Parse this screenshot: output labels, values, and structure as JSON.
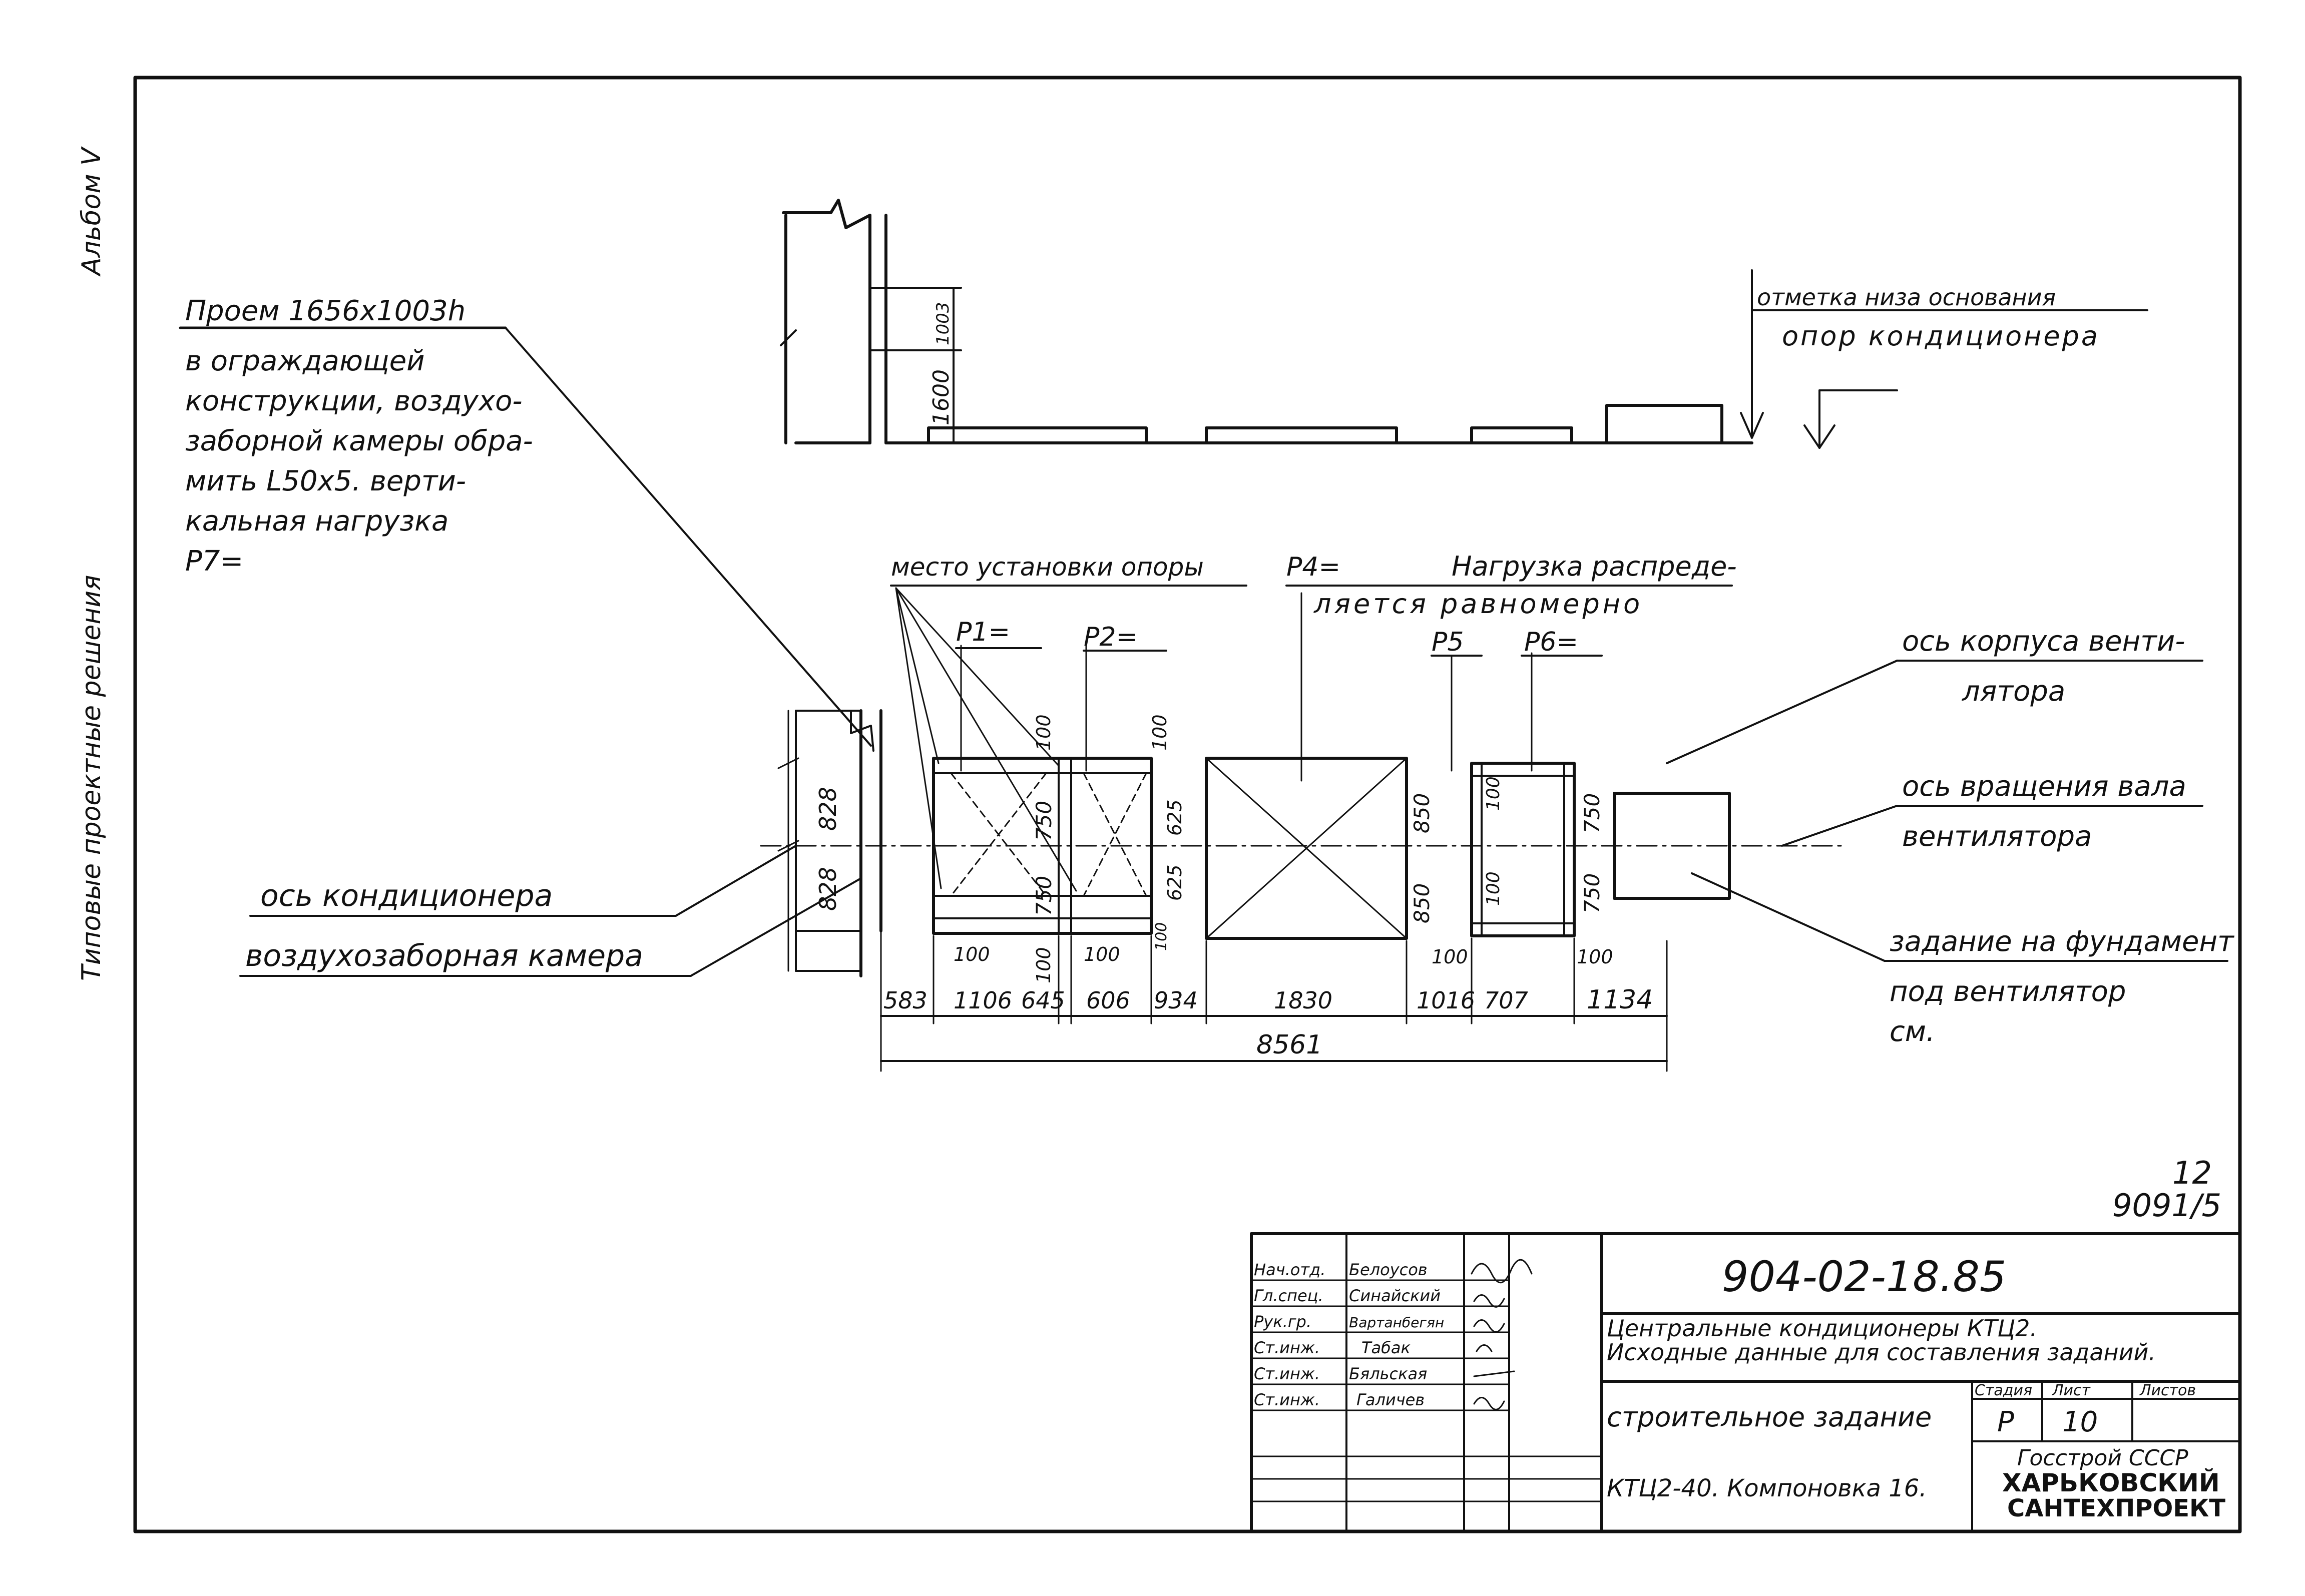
{
  "side_notes": {
    "album": "Альбом V",
    "series": "Типовые проектные решения"
  },
  "elevation": {
    "dim_1600": "1600",
    "dim_1003": "1003",
    "base_mark_line1": "отметка низа основания",
    "base_mark_line2": "опор кондиционера"
  },
  "opening_note": {
    "line1": "Проем 1656х1003h",
    "line2": "в ограждающей",
    "line3": "конструкции, воздухо-",
    "line4": "заборной камеры обра-",
    "line5": "мить L50х5. верти-",
    "line6": "кальная нагрузка",
    "line7": "P7="
  },
  "plan_labels": {
    "support_place": "место установки опоры",
    "p1": "P1=",
    "p2": "P2=",
    "p4": "P4=",
    "p4_note_line1": "Нагрузка распреде-",
    "p4_note_line2": "ляется равномерно",
    "p5": "P5",
    "p6": "P6=",
    "fan_axis_line1": "ось корпуса венти-",
    "fan_axis_line2": "лятора",
    "shaft_axis_line1": "ось вращения вала",
    "shaft_axis_line2": "вентилятора",
    "foundation_line1": "задание на фундамент",
    "foundation_line2": "под вентилятор",
    "foundation_line3": "см.",
    "conditioner_axis": "ось кондиционера",
    "intake_chamber": "воздухозаборная камера"
  },
  "plan_dims": {
    "left_828_top": "828",
    "left_828_bottom": "828",
    "d100_a": "100",
    "d100_b": "100",
    "d750_a": "750",
    "d750_b": "750",
    "d625_a": "625",
    "d625_b": "625",
    "d100_c": "100",
    "d100_d": "100",
    "d100_e": "100",
    "d100_f": "100",
    "d850_a": "850",
    "d850_b": "850",
    "d100_g": "100",
    "d100_h": "100",
    "d750_c": "750",
    "d750_d": "750",
    "d100_i": "100",
    "d100_j": "100"
  },
  "bottom_dims": [
    "583",
    "1106",
    "645",
    "606",
    "934",
    "1830",
    "1016",
    "707",
    "1134"
  ],
  "total_dim": "8561",
  "sheet_ref": {
    "num": "12",
    "code": "9091/5"
  },
  "title_block": {
    "project_code": "904-02-18.85",
    "title_line1": "Центральные кондиционеры КТЦ2.",
    "title_line2": "Исходные данные для составления заданий.",
    "section": "строительное задание",
    "drawing": "КТЦ2-40. Компоновка 16.",
    "stage_label": "Стадия",
    "sheet_label": "Лист",
    "sheets_label": "Листов",
    "stage": "Р",
    "sheet": "10",
    "sheets": "",
    "org_line1": "Госстрой СССР",
    "org_line2": "ХАРЬКОВСКИЙ",
    "org_line3": "САНТЕХПРОЕКТ",
    "staff": [
      {
        "role": "Нач.отд.",
        "name": "Белоусов"
      },
      {
        "role": "Гл.спец.",
        "name": "Синайский"
      },
      {
        "role": "Рук.гр.",
        "name": "Вартанбегян"
      },
      {
        "role": "Ст.инж.",
        "name": "Табак"
      },
      {
        "role": "Ст.инж.",
        "name": "Бяльская"
      },
      {
        "role": "Ст.инж.",
        "name": "Галичев"
      }
    ]
  }
}
